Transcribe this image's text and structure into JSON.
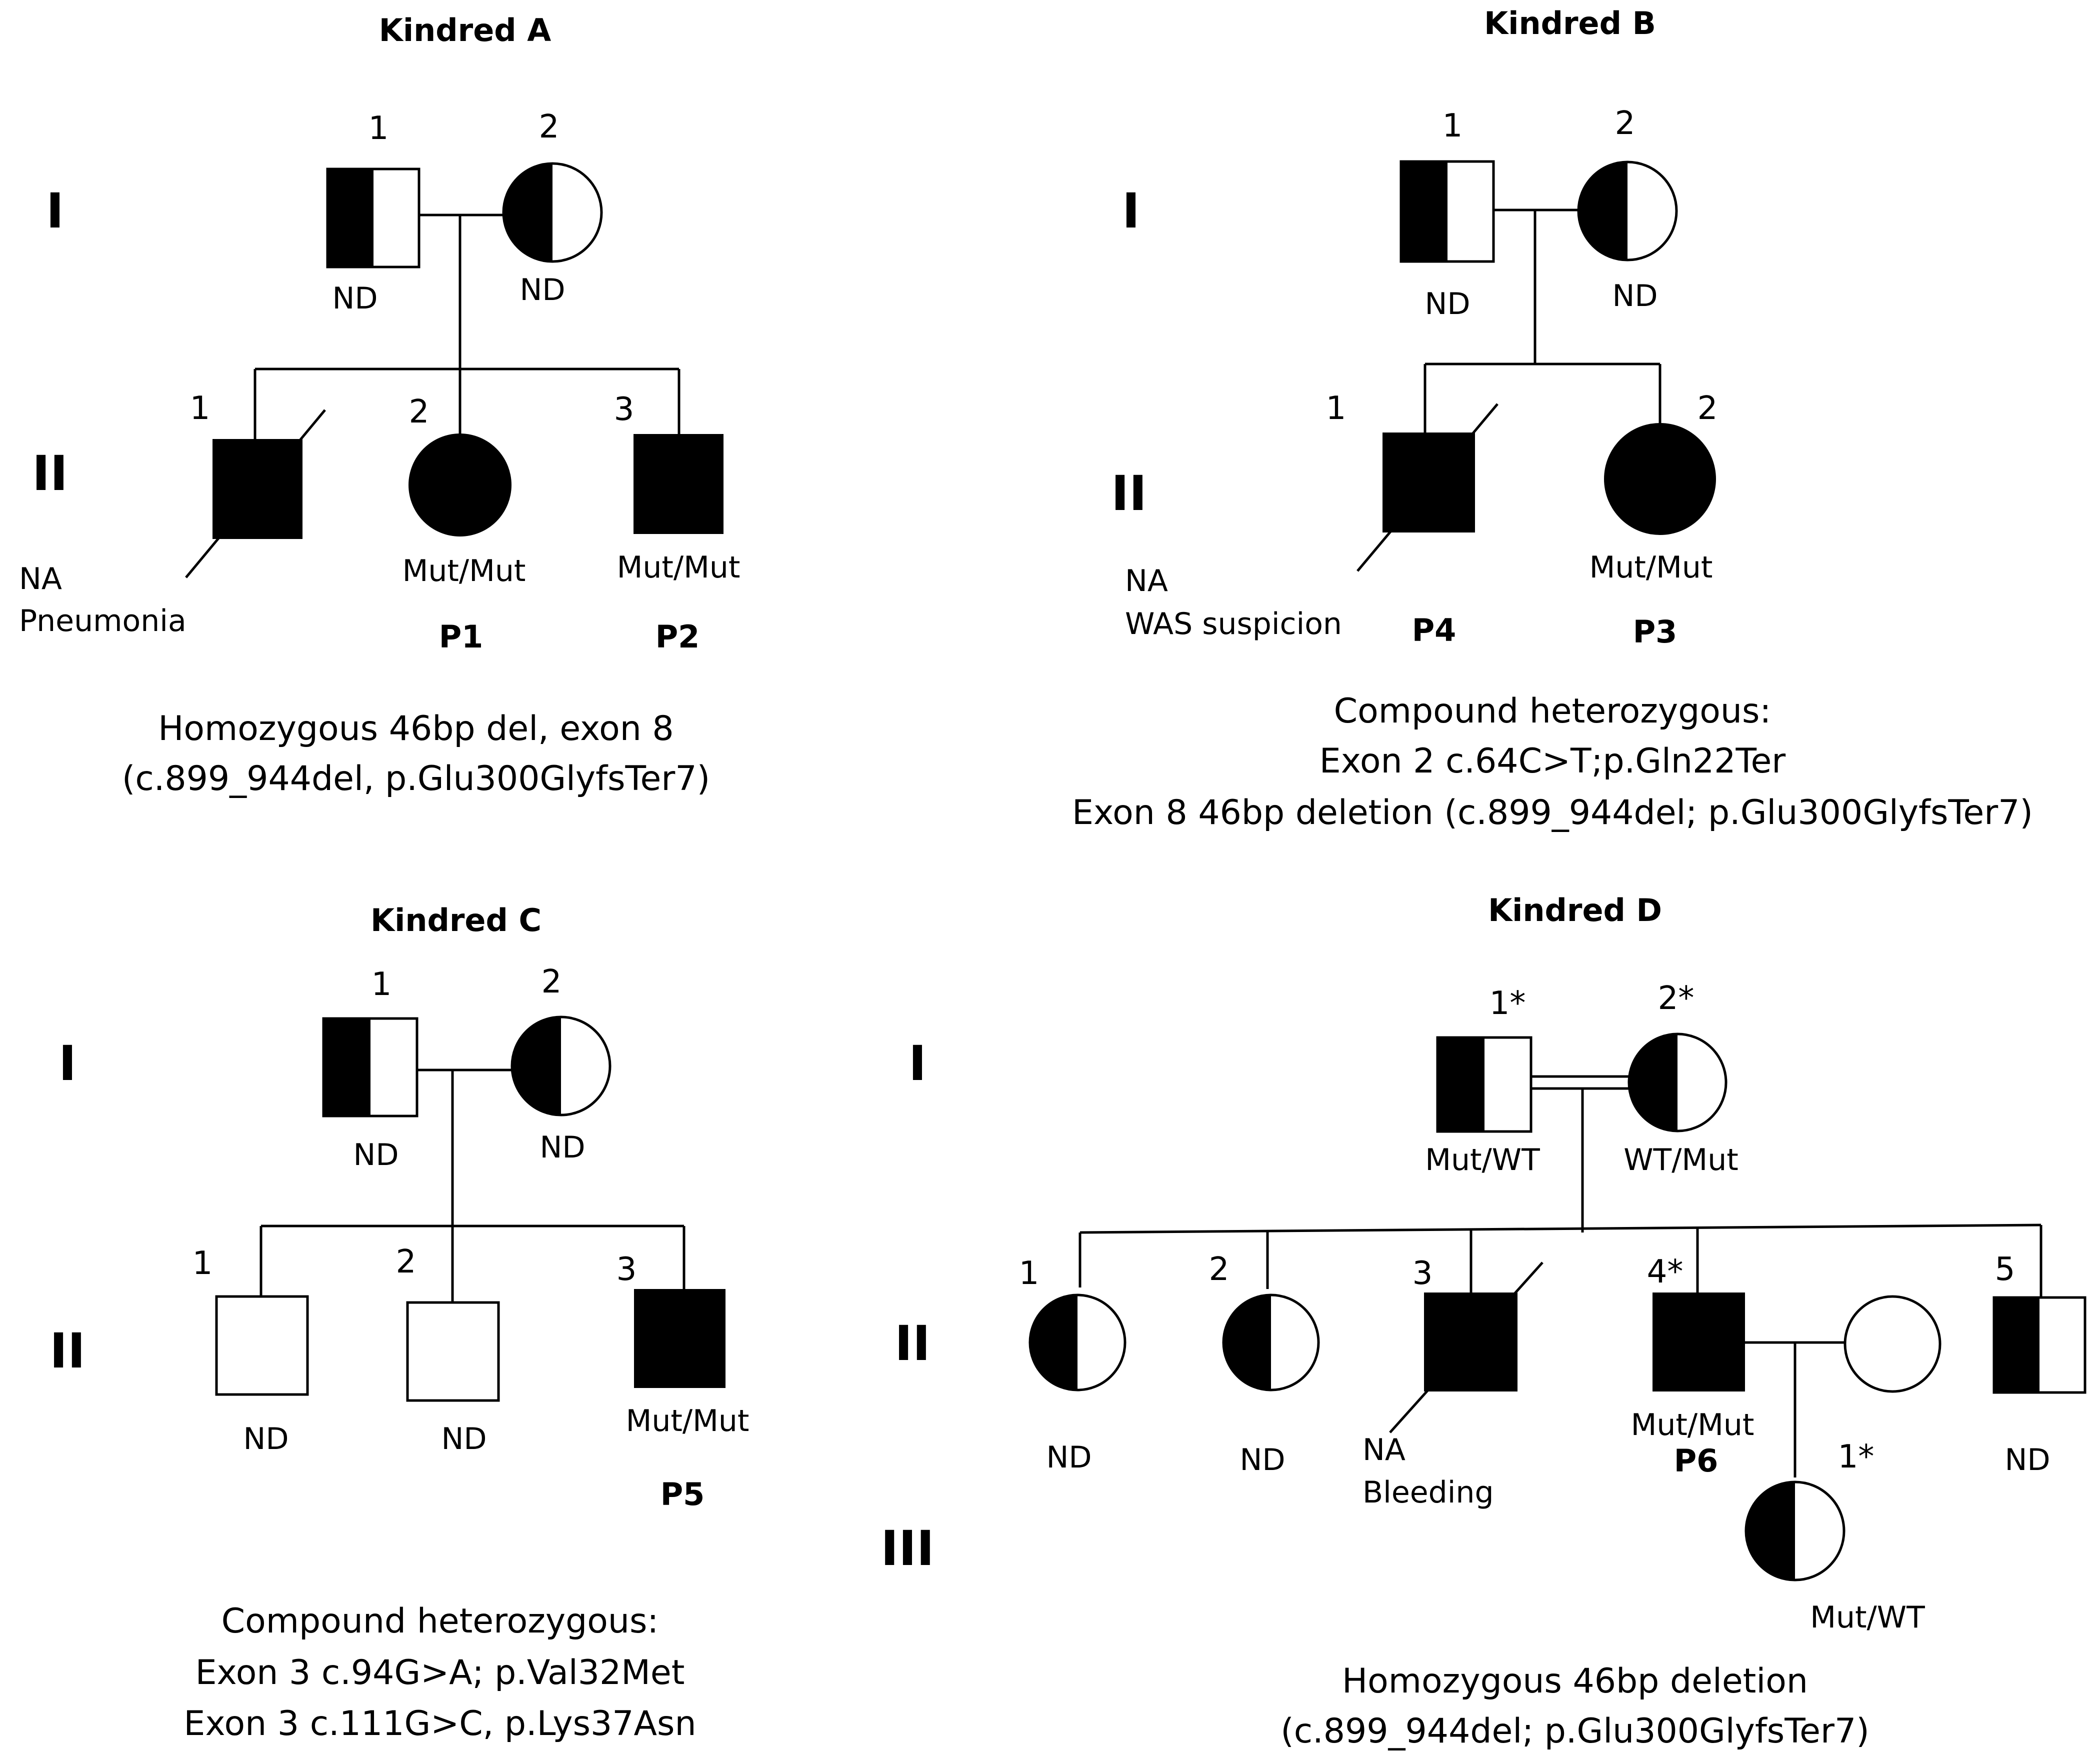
{
  "kindreds": {
    "A": {
      "title": "Kindred A",
      "gen": {
        "I": "I",
        "II": "II"
      },
      "I1": {
        "num": "1",
        "geno": "ND"
      },
      "I2": {
        "num": "2",
        "geno": "ND"
      },
      "II1": {
        "num": "1",
        "note1": "NA",
        "note2": "Pneumonia"
      },
      "II2": {
        "num": "2",
        "geno": "Mut/Mut",
        "patient": "P1"
      },
      "II3": {
        "num": "3",
        "geno": "Mut/Mut",
        "patient": "P2"
      },
      "caption": [
        "Homozygous 46bp del,  exon 8",
        "(c.899_944del, p.Glu300GlyfsTer7)"
      ]
    },
    "B": {
      "title": "Kindred B",
      "gen": {
        "I": "I",
        "II": "II"
      },
      "I1": {
        "num": "1",
        "geno": "ND"
      },
      "I2": {
        "num": "2",
        "geno": "ND"
      },
      "II1": {
        "num": "1",
        "note1": "NA",
        "note2": "WAS suspicion",
        "patient": "P4"
      },
      "II2": {
        "num": "2",
        "geno": "Mut/Mut",
        "patient": "P3"
      },
      "caption": [
        "Compound  heterozygous:",
        "Exon 2 c.64C>T;p.Gln22Ter",
        "Exon 8  46bp  deletion (c.899_944del; p.Glu300GlyfsTer7)"
      ]
    },
    "C": {
      "title": "Kindred C",
      "gen": {
        "I": "I",
        "II": "II"
      },
      "I1": {
        "num": "1",
        "geno": "ND"
      },
      "I2": {
        "num": "2",
        "geno": "ND"
      },
      "II1": {
        "num": "1",
        "geno": "ND"
      },
      "II2": {
        "num": "2",
        "geno": "ND"
      },
      "II3": {
        "num": "3",
        "geno": "Mut/Mut",
        "patient": "P5"
      },
      "caption": [
        "Compound  heterozygous:",
        "Exon 3 c.94G>A; p.Val32Met",
        "Exon 3  c.111G>C, p.Lys37Asn"
      ]
    },
    "D": {
      "title": "Kindred D",
      "gen": {
        "I": "I",
        "II": "II",
        "III": "III"
      },
      "I1": {
        "num": "1*",
        "geno": "Mut/WT"
      },
      "I2": {
        "num": "2*",
        "geno": "WT/Mut"
      },
      "II1": {
        "num": "1",
        "geno": "ND"
      },
      "II2": {
        "num": "2",
        "geno": "ND"
      },
      "II3": {
        "num": "3",
        "note1": "NA",
        "note2": "Bleeding"
      },
      "II4": {
        "num": "4*",
        "geno": "Mut/Mut",
        "patient": "P6"
      },
      "II5": {
        "num": "5",
        "geno": "ND"
      },
      "III1": {
        "num": "1*",
        "geno": "Mut/WT"
      },
      "caption": [
        "Homozygous 46bp deletion",
        "(c.899_944del; p.Glu300GlyfsTer7)"
      ]
    }
  }
}
